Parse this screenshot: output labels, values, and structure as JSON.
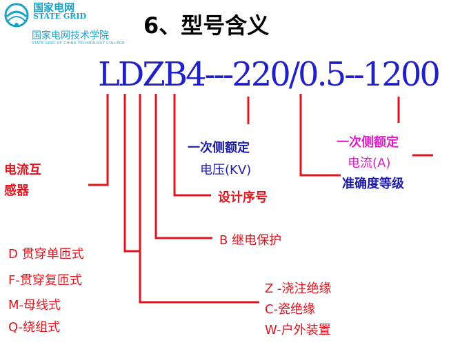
{
  "logo": {
    "name_cn": "国家电网",
    "name_en": "STATE GRID",
    "college_cn": "国家电网技术学院",
    "college_en": "STATE GRID OF CHINA TECHNOLOGY COLLEGE"
  },
  "title": "6、型号含义",
  "model_code": "LDZB4---220/0.5--1200",
  "labels": {
    "current_transformer": [
      "电流互",
      "感器"
    ],
    "wear_types": [
      "D 贯穿单匝式",
      "F-贯穿复匝式",
      "M-母线式",
      "Q-绕组式"
    ],
    "protection": "B  继电保护",
    "design_no": "设计序号",
    "primary_voltage": [
      "一次侧额定",
      "电压(KV)"
    ],
    "accuracy_class": "准确度等级",
    "primary_current": [
      "一次侧额定",
      "电流(A)"
    ],
    "insulation_types": [
      "Z -浇注绝缘",
      "C-瓷绝缘",
      "W-户外装置"
    ]
  },
  "colors": {
    "model_text": "#2020c8",
    "lines": "#e0141e",
    "label_red": "#e0141e",
    "label_blue": "#1c1ca8",
    "label_magenta": "#e01cc8",
    "logo": "#1aa3c8"
  }
}
